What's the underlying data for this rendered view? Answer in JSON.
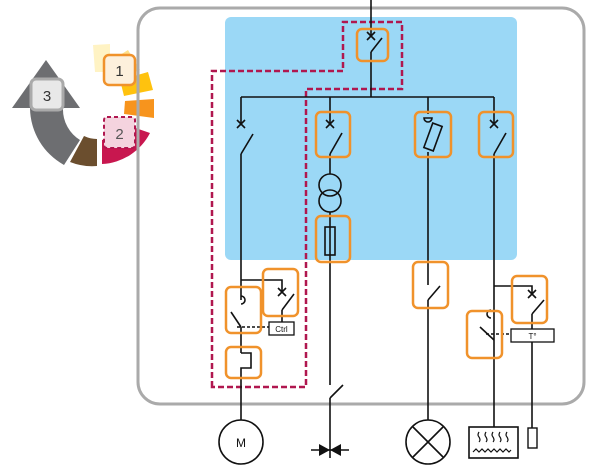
{
  "legend": {
    "step1": "1",
    "step2": "2",
    "step3": "3"
  },
  "diagram": {
    "ctrl_label": "Ctrl",
    "temp_label": "T°",
    "motor_label": "M"
  },
  "colors": {
    "enclosure": "#aaaaaa",
    "panel": "#9bd8f6",
    "device_highlight": "#f0922b",
    "protection_zone": "#b0174f",
    "wire": "#111111",
    "gray_arrow": "#6d6e71",
    "brown": "#6b4e2e",
    "crimson": "#c8174f",
    "orange": "#f7941d",
    "yellow": "#ffc20e",
    "pale_yellow": "#fff3c4"
  }
}
